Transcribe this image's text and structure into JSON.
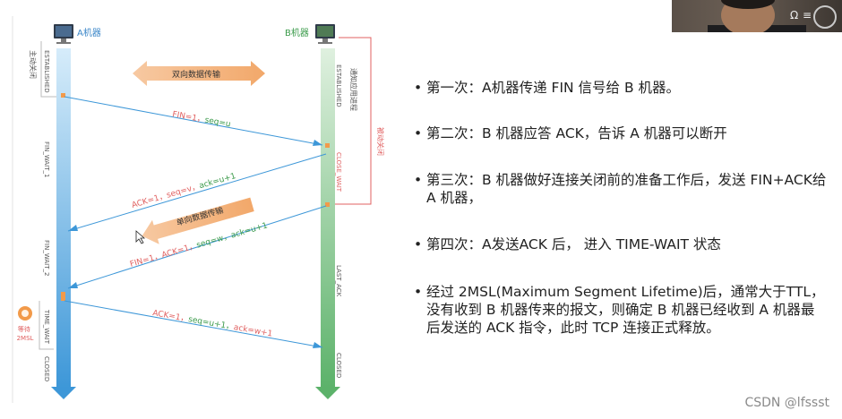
{
  "diagram": {
    "machine_a": "A机器",
    "machine_b": "B机器",
    "active_close": "主动关闭",
    "passive_close": "被动关闭",
    "notify_app": "通知应用进程",
    "wait_2msl": "等待\n2MSL",
    "bidirectional": "双向数据传输",
    "unidirectional": "单向数据传输",
    "states_a": [
      "ESTABLISHED",
      "FIN_WAIT_1",
      "FIN_WAIT_2",
      "TIME_WAIT",
      "CLOSED"
    ],
    "states_b": [
      "ESTABLISHED",
      "CLOSE_WAIT",
      "LAST_ACK",
      "CLOSED"
    ],
    "msg1": {
      "a": "FIN=1，",
      "b": "seq=u"
    },
    "msg2": {
      "a": "ACK=1，seq=v，",
      "b": "ack=u+1"
    },
    "msg3": {
      "a": "FIN=1，ACK=1，",
      "b": "seq=w，ack=u+1"
    },
    "msg4": {
      "a": "ACK=1，",
      "b": "seq=u+1，",
      "c": "ack=w+1"
    },
    "colors": {
      "a_axis": "#4fa3e0",
      "b_axis": "#6fbf7a",
      "red": "#e06060",
      "green": "#3a9a4a",
      "orange": "#f2b27a"
    }
  },
  "bullets": [
    "第一次：A机器传递 FIN 信号给 B 机器。",
    "第二次：B 机器应答 ACK，告诉 A 机器可以断开",
    "第三次：B 机器做好连接关闭前的准备工作后，发送 FIN+ACK给 A 机器，",
    "第四次：A发送ACK 后， 进入 TIME-WAIT 状态",
    "经过 2MSL(Maximum Segment Lifetime)后，通常大于TTL，没有收到 B 机器传来的报文，则确定 B 机器已经收到 A 机器最后发送的 ACK 指令，此时 TCP 连接正式释放。"
  ],
  "bullet_char": "•",
  "watermark": "CSDN @lfssst",
  "webcam": {
    "icon1": "Ω",
    "icon2": "≡"
  }
}
